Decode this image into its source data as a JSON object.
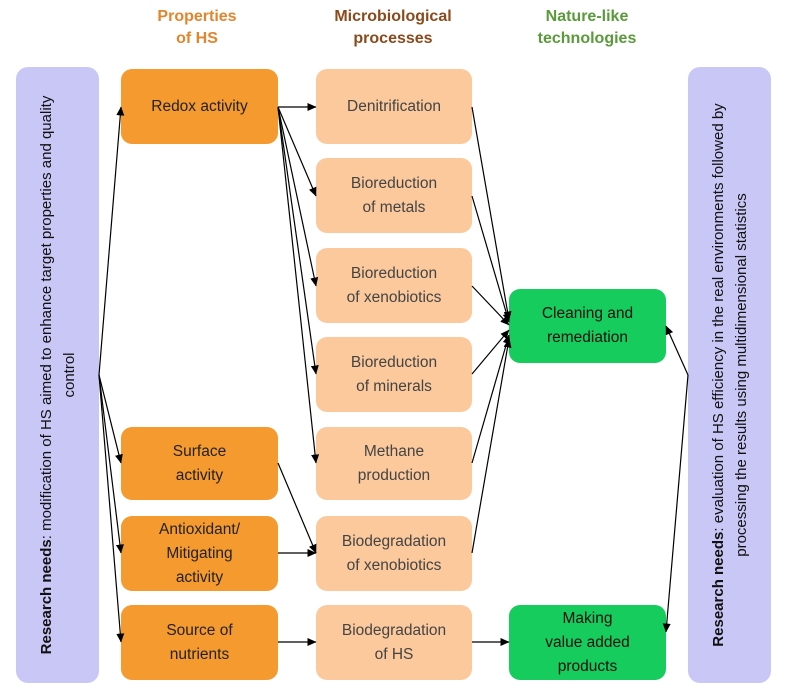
{
  "headers": {
    "properties": "Properties\nof HS",
    "microbiological": "Microbiological\nprocesses",
    "nature_like": "Nature-like\ntechnologies"
  },
  "left_panel": {
    "bold": "Research needs",
    "text": ": modification of HS aimed to enhance target properties and quality control"
  },
  "right_panel": {
    "bold": "Research needs",
    "text": ": evaluation of HS efficiency in the real environments followed by processing the results using multidimensional statistics"
  },
  "properties": [
    "Redox activity",
    "Surface\nactivity",
    "Antioxidant/\nMitigating\nactivity",
    "Source of\nnutrients"
  ],
  "processes": [
    "Denitrification",
    "Bioreduction\nof metals",
    "Bioreduction\nof xenobiotics",
    "Bioreduction\nof minerals",
    "Methane\nproduction",
    "Biodegradation\nof xenobiotics",
    "Biodegradation\nof HS"
  ],
  "technologies": [
    "Cleaning and\nremediation",
    "Making\nvalue added\nproducts"
  ],
  "colors": {
    "properties_header": "#e2852c",
    "microbiological_header": "#8b4a1c",
    "nature_like_header": "#5a9a3a",
    "property_box": "#f59a2e",
    "process_box": "#fbc99b",
    "technology_box": "#16cc5c",
    "side_panel": "#c9c7f5"
  }
}
